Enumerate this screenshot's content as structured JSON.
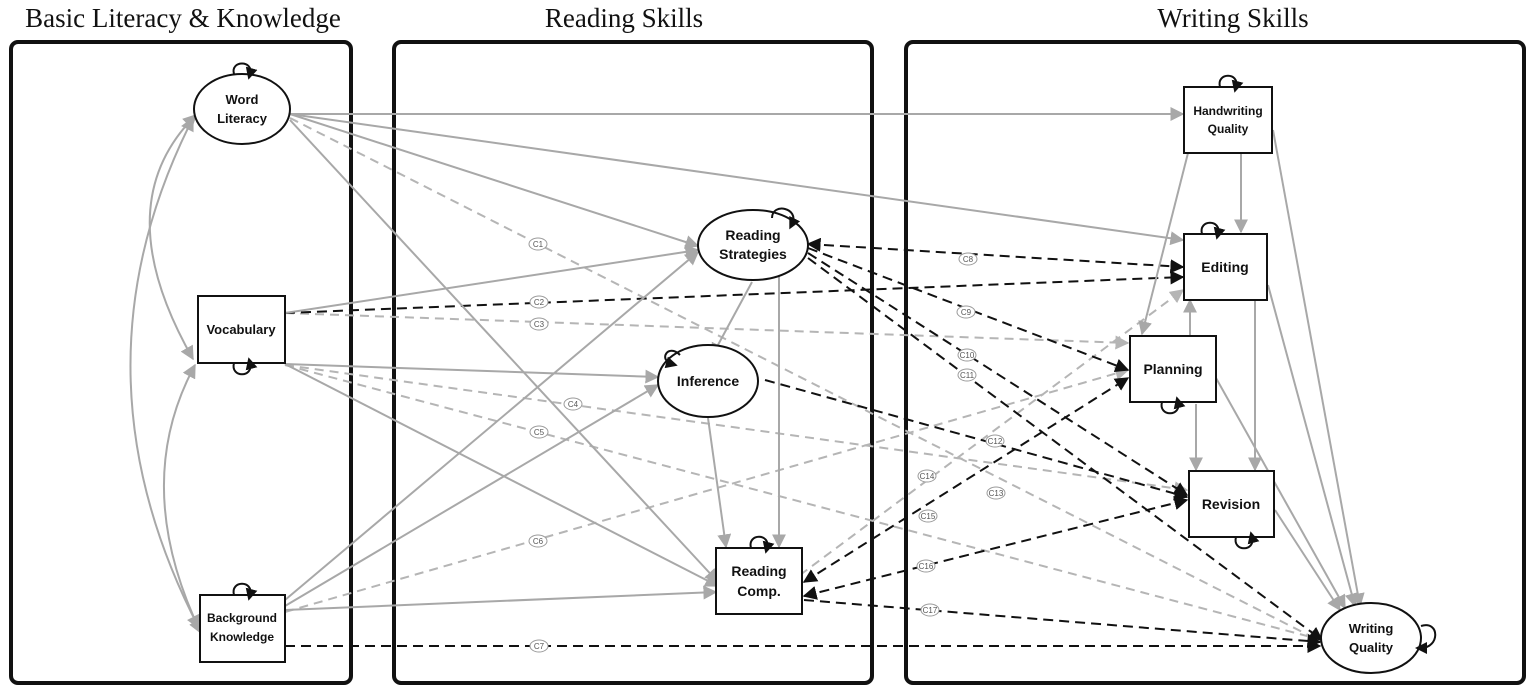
{
  "sections": {
    "basic": "Basic Literacy & Knowledge",
    "reading": "Reading Skills",
    "writing": "Writing Skills"
  },
  "nodes": {
    "word_literacy": [
      "Word",
      "Literacy"
    ],
    "vocabulary": [
      "Vocabulary"
    ],
    "background_knowledge": [
      "Background",
      "Knowledge"
    ],
    "reading_strategies": [
      "Reading",
      "Strategies"
    ],
    "inference": [
      "Inference"
    ],
    "reading_comp": [
      "Reading",
      "Comp."
    ],
    "handwriting_quality": [
      "Handwriting",
      "Quality"
    ],
    "editing": [
      "Editing"
    ],
    "planning": [
      "Planning"
    ],
    "revision": [
      "Revision"
    ],
    "writing_quality": [
      "Writing",
      "Quality"
    ]
  },
  "path_labels": [
    "C1",
    "C2",
    "C3",
    "C4",
    "C5",
    "C6",
    "C7",
    "C8",
    "C9",
    "C10",
    "C11",
    "C12",
    "C13",
    "C14",
    "C15",
    "C16",
    "C17"
  ],
  "colors": {
    "solid_path": "#a8a8a8",
    "gray_dashed_path": "#b5b5b5",
    "black_dashed_path": "#111111",
    "outline": "#111111"
  }
}
